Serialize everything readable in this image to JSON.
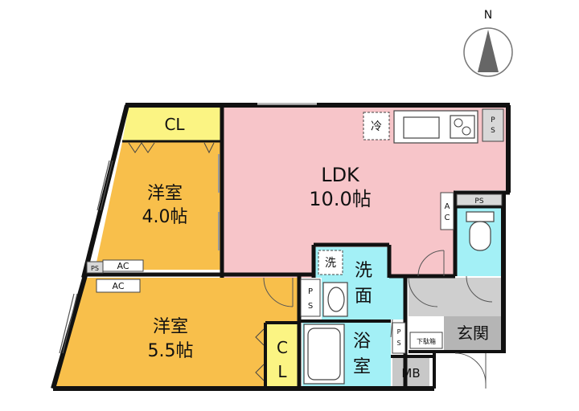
{
  "compass": {
    "north_label": "N"
  },
  "rooms": {
    "ldk": {
      "name": "LDK",
      "size": "10.0帖"
    },
    "western_room_1": {
      "name": "洋室",
      "size": "4.0帖"
    },
    "western_room_2": {
      "name": "洋室",
      "size": "5.5帖"
    },
    "closet_top": {
      "name": "CL"
    },
    "closet_side": {
      "name_line1": "C",
      "name_line2": "L"
    },
    "washroom": {
      "name_line1": "洗",
      "name_line2": "面"
    },
    "bathroom": {
      "name_line1": "浴",
      "name_line2": "室"
    },
    "entrance": {
      "name": "玄関"
    },
    "meter_box": {
      "name": "MB"
    },
    "toilet": {}
  },
  "fixtures": {
    "fridge": "冷",
    "washer": "洗",
    "shoe_box": "下駄箱",
    "ac_room1": "AC",
    "ac_room2": "AC",
    "ac_ldk_1": "A",
    "ac_ldk_2": "C",
    "ps_kitchen_1": "P",
    "ps_kitchen_2": "S",
    "ps_toilet": "PS",
    "ps_room": "PS",
    "ps_wash_1": "P",
    "ps_wash_2": "S",
    "ps_bath_1": "P",
    "ps_bath_2": "S"
  },
  "colors": {
    "ldk": "#f7c5c9",
    "western": "#f8bf4b",
    "closet": "#fbf483",
    "wet_area": "#a3f0f6",
    "entrance": "#c8c8c8",
    "wall": "#111111"
  }
}
